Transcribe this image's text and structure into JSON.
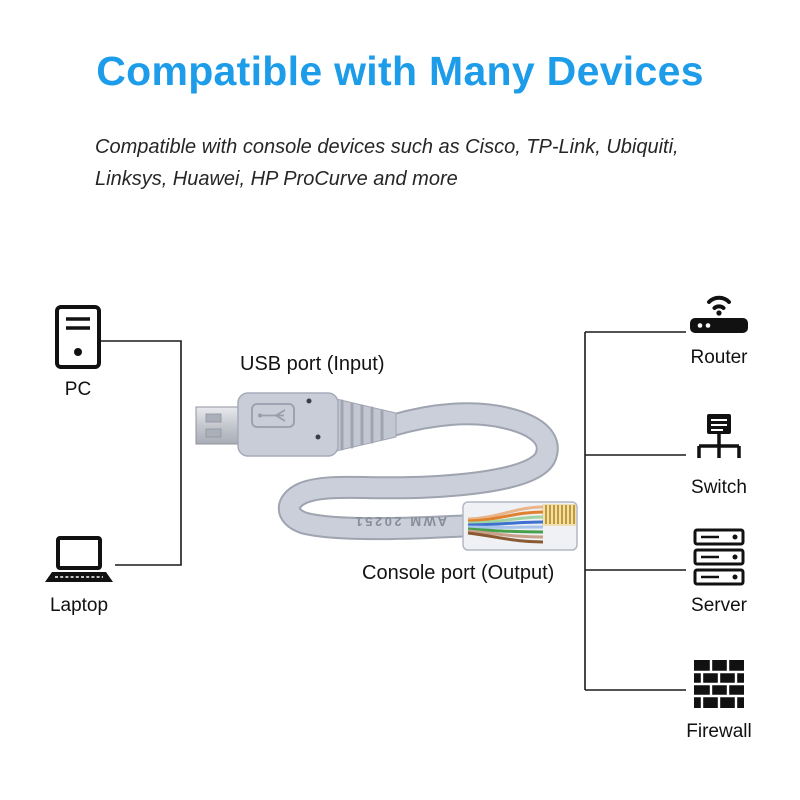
{
  "title": "Compatible with Many Devices",
  "subtitle": {
    "line1": "Compatible with console devices such as Cisco, TP-Link, Ubiquiti,",
    "line2": "Linksys, Huawei, HP ProCurve and more"
  },
  "cable": {
    "usb_port_label": "USB port (Input)",
    "console_port_label": "Console port (Output)",
    "cable_print": "AWM 20251"
  },
  "left_devices": [
    {
      "id": "pc",
      "label": "PC",
      "icon": "desktop-tower-icon"
    },
    {
      "id": "laptop",
      "label": "Laptop",
      "icon": "laptop-icon"
    }
  ],
  "right_devices": [
    {
      "id": "router",
      "label": "Router",
      "icon": "wifi-router-icon"
    },
    {
      "id": "switch",
      "label": "Switch",
      "icon": "network-switch-icon"
    },
    {
      "id": "server",
      "label": "Server",
      "icon": "server-rack-icon"
    },
    {
      "id": "firewall",
      "label": "Firewall",
      "icon": "firewall-brick-icon"
    }
  ],
  "colors": {
    "title_blue": "#1D9CE9",
    "body_text": "#262626",
    "icon_black": "#111111",
    "line_black": "#1a1a1a",
    "cable_gray": "#cbcfd9",
    "cable_edge": "#9fa4b1",
    "pin_gold": "#c79a2e"
  }
}
